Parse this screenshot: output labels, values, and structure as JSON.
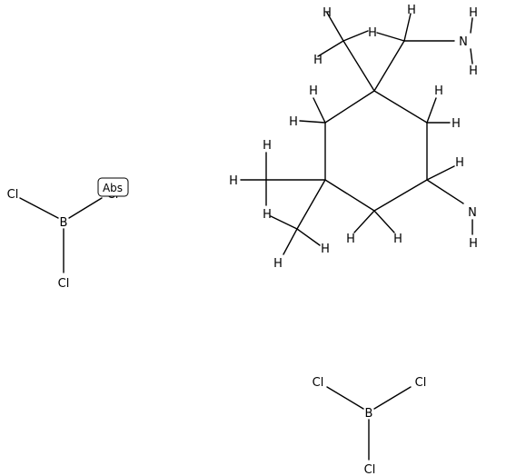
{
  "labels": {
    "H": "H",
    "N": "N",
    "B": "B",
    "Cl": "Cl",
    "abs": "Abs"
  },
  "colors": {
    "bond": "#000000",
    "text": "#000000",
    "background": "#ffffff"
  }
}
